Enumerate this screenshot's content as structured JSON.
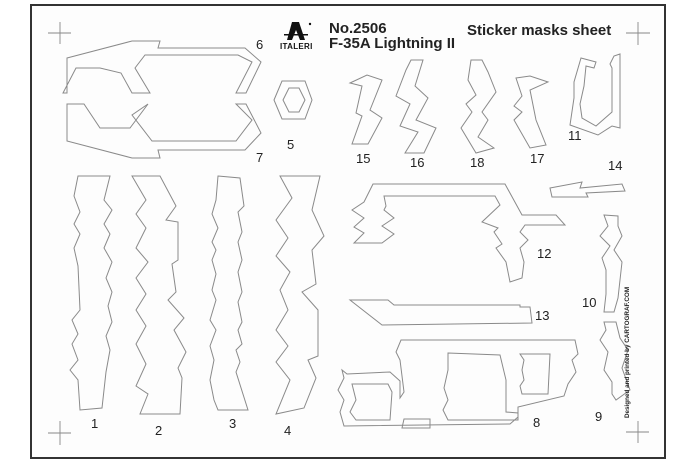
{
  "header": {
    "brand": "ITALERI",
    "kit_number": "No.2506",
    "kit_name": "F-35A Lightning II",
    "sheet_title": "Sticker masks sheet"
  },
  "credit": "Designed and printed by CARTOGRAF.COM",
  "masks": {
    "m1": "1",
    "m2": "2",
    "m3": "3",
    "m4": "4",
    "m5": "5",
    "m6": "6",
    "m7": "7",
    "m8": "8",
    "m9": "9",
    "m10": "10",
    "m11": "11",
    "m12": "12",
    "m13": "13",
    "m14": "14",
    "m15": "15",
    "m16": "16",
    "m17": "17",
    "m18": "18"
  },
  "colors": {
    "frame": "#333333",
    "outline": "#8a8a8a",
    "text": "#222222"
  }
}
